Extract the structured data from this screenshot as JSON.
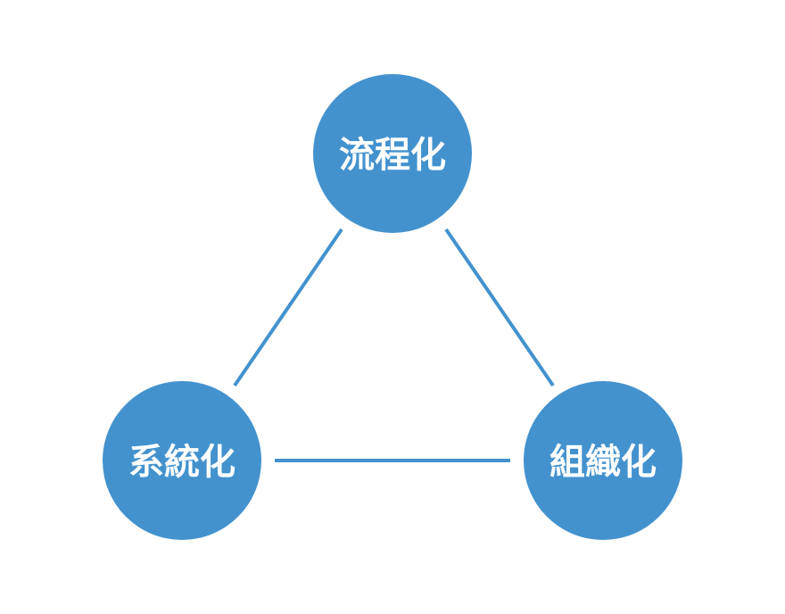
{
  "colors": {
    "node_fill": "#4392CE",
    "connector": "#4392CE",
    "label_text": "#FFFFFF",
    "background": "#FFFFFF"
  },
  "nodes": {
    "top": {
      "label": "流程化"
    },
    "left": {
      "label": "系統化"
    },
    "right": {
      "label": "組織化"
    }
  }
}
